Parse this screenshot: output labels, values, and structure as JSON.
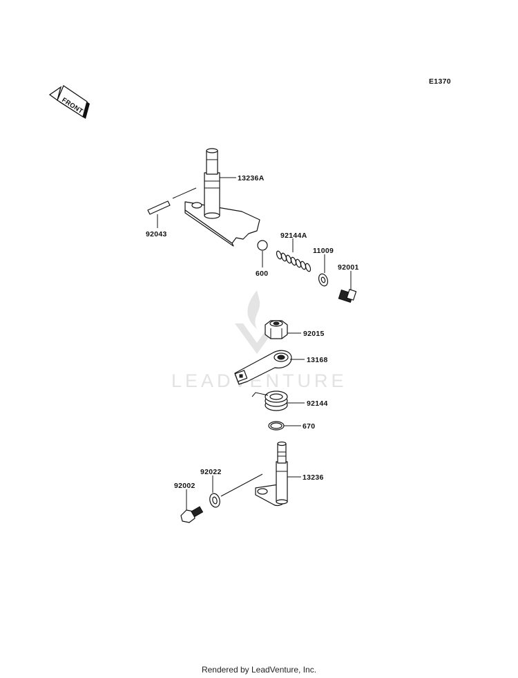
{
  "diagram_code": "E1370",
  "front_arrow_text": "FRONT",
  "watermark_text": "LEADVENTURE",
  "footer_text": "Rendered by LeadVenture, Inc.",
  "parts": [
    {
      "id": "p13236A",
      "number": "13236A",
      "icon": "shaft-lever-icon"
    },
    {
      "id": "p92043",
      "number": "92043",
      "icon": "pin-icon"
    },
    {
      "id": "p92144A",
      "number": "92144A",
      "icon": "coil-spring-icon"
    },
    {
      "id": "p600",
      "number": "600",
      "icon": "ball-icon"
    },
    {
      "id": "p11009",
      "number": "11009",
      "icon": "washer-icon"
    },
    {
      "id": "p92001",
      "number": "92001",
      "icon": "bolt-icon"
    },
    {
      "id": "p92015",
      "number": "92015",
      "icon": "nut-icon"
    },
    {
      "id": "p13168",
      "number": "13168",
      "icon": "arm-icon"
    },
    {
      "id": "p92144",
      "number": "92144",
      "icon": "torsion-spring-icon"
    },
    {
      "id": "p670",
      "number": "670",
      "icon": "o-ring-icon"
    },
    {
      "id": "p92022",
      "number": "92022",
      "icon": "washer-icon"
    },
    {
      "id": "p13236",
      "number": "13236",
      "icon": "shaft-lever-icon"
    },
    {
      "id": "p92002",
      "number": "92002",
      "icon": "bolt-icon"
    }
  ]
}
